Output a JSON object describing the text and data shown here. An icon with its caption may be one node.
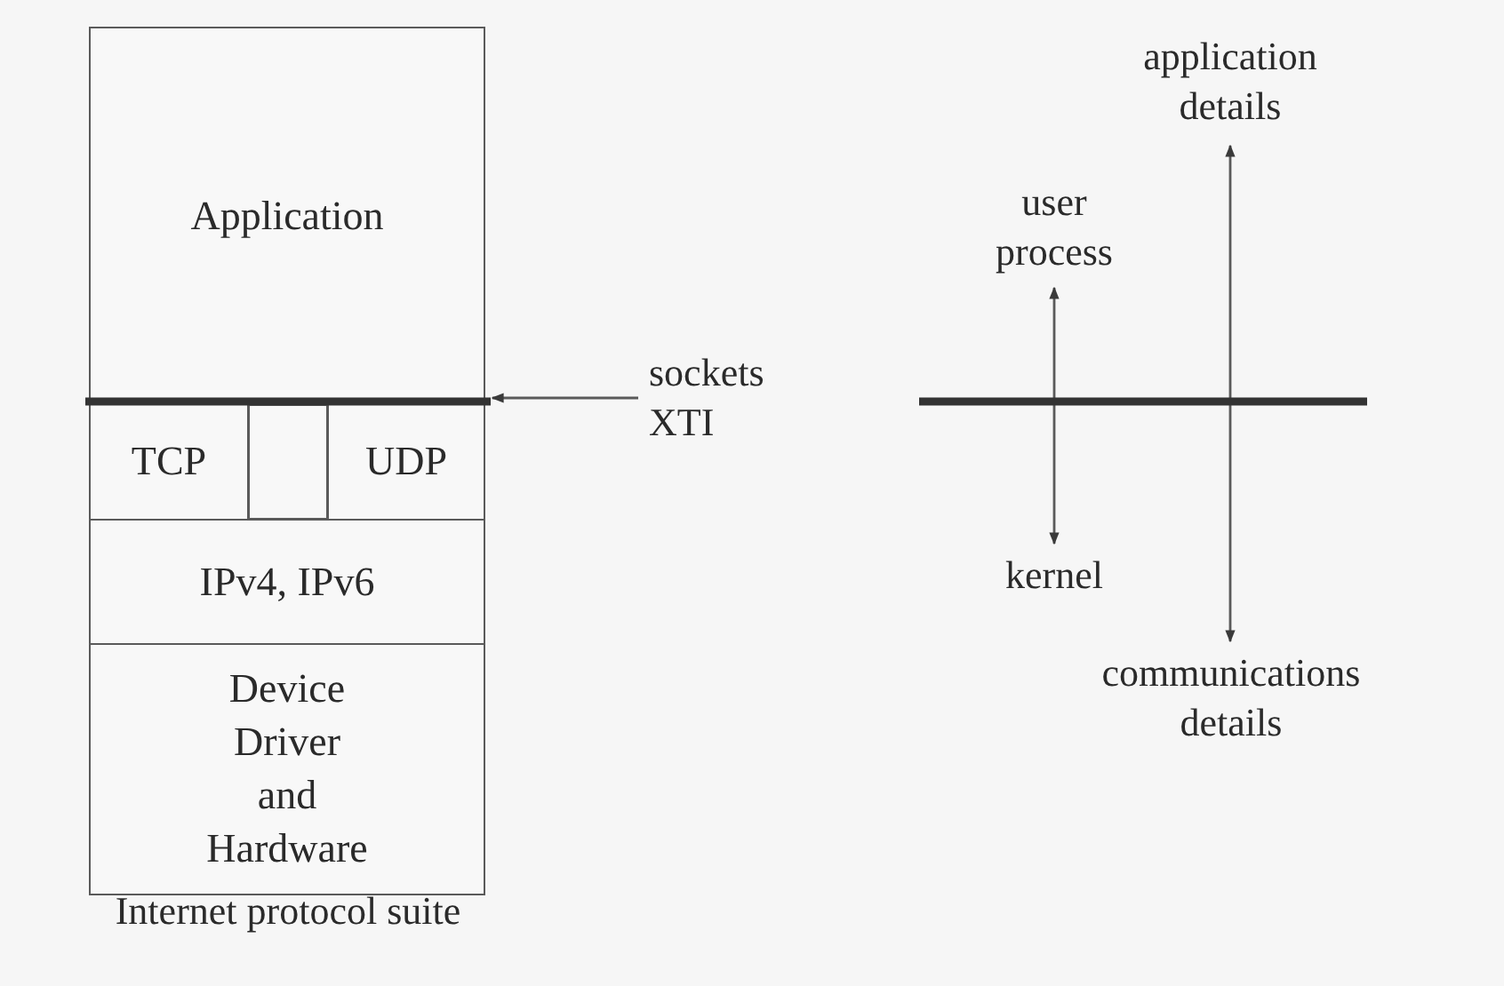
{
  "diagram": {
    "nodes": [
      {
        "text": [
          "Application"
        ]
      },
      {
        "text": [
          "TCP"
        ]
      },
      {
        "text": [],
        "shape": "box"
      },
      {
        "text": [
          "UDP"
        ]
      },
      {
        "text": [
          "IPv4, IPv6"
        ]
      },
      {
        "text": [
          "Device Driver and Hardware"
        ]
      },
      {
        "text": [
          "sockets XTI"
        ]
      },
      {
        "text": [
          "user process"
        ]
      },
      {
        "text": [
          "kernel"
        ]
      },
      {
        "text": [
          "application details"
        ]
      },
      {
        "text": [
          "communications details"
        ]
      }
    ],
    "edges": [
      {
        "from": 6,
        "to": 0,
        "arrow": "to"
      },
      {
        "from": 7,
        "to": 8,
        "arrow": "both"
      },
      {
        "from": 9,
        "to": 10,
        "arrow": "both"
      }
    ],
    "labels": [
      "Internet protocol suite"
    ]
  }
}
